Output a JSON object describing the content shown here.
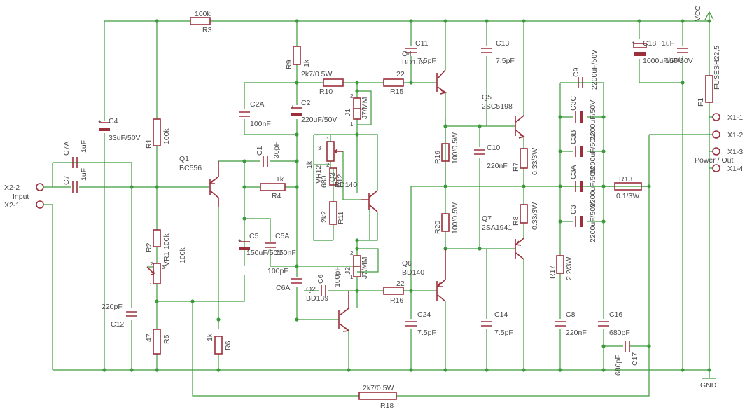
{
  "labels": {
    "r3_v": "100k",
    "r3": "R3",
    "r9": "R9",
    "r9_v": "1k",
    "r10_v": "2k7/0.5W",
    "r10": "R10",
    "r15_v": "22",
    "r15": "R15",
    "c11": "C11",
    "c11_v": "7.5pF",
    "q4": "Q4",
    "q4_v": "BD139",
    "c13": "C13",
    "c13_v": "7.5pF",
    "q5": "Q5",
    "q5_v": "2SC5198",
    "vcc": "VCC",
    "c18": "C18",
    "c18_v": "1000uF/50V",
    "c18b": "1uF",
    "c18b_v": "1uF/50V",
    "f1": "F1",
    "f1_v": "FUSESH22,5",
    "c9": "C9",
    "c9_v": "2200uF/50V",
    "c3c": "C3C",
    "c3c_v": "2200uF/50V",
    "c3b": "C3B",
    "c3b_v": "2200uF/50V",
    "c3a": "C3A",
    "c3a_v": "2200uF/50V",
    "c3": "C3",
    "c3_v": "2200uF/50V",
    "x1_1": "X1-1",
    "x1_2": "X1-2",
    "x1_3": "X1-3",
    "x1_4": "X1-4",
    "power_out": "Power / Out",
    "c2a": "C2A",
    "c2a_v": "100nF",
    "c2": "C2",
    "c2_v": "220uF/50V",
    "j1": "J1",
    "j1_v": "J7/MM",
    "c4": "C4",
    "c4_v": "33uF/50V",
    "r1": "R1",
    "r1_v": "100k",
    "c7a": "C7A",
    "c7a_v": "1uF",
    "c7": "C7",
    "c7_v": "1uF",
    "x2_2": "X2-2",
    "x2_1": "X2-1",
    "input": "Input",
    "q1": "Q1",
    "q1_v": "BC556",
    "c1": "C1",
    "c1_v": "30pF",
    "r4_v": "1k",
    "r4": "R4",
    "vr12": "VR12",
    "vr12_v": "1k",
    "q3": "Q3",
    "q3_v": "BD140",
    "r12_v": "680",
    "r12": "R12",
    "r11": "R11",
    "r11_v": "2k2",
    "r19": "R19",
    "r19_v": "100/0.5W",
    "c10": "C10",
    "c10_v": "220nF",
    "r7": "R7",
    "r7_v": "0.33/3W",
    "r13": "R13",
    "r13_v": "0.1/3W",
    "r20": "R20",
    "r20_v": "100/0.5W",
    "q7": "Q7",
    "q7_v": "2SA1941",
    "r8": "R8",
    "r8_v": "0.33/3W",
    "r2": "R2",
    "r2_v": "100k",
    "vr1": "VR1",
    "vr1_v": "100k",
    "c5": "C5",
    "c5_v": "150uF/50V",
    "c5a": "C5A",
    "c5a_v": "150nF",
    "c6_v": "100pF",
    "c6a": "C6A",
    "c6": "C6",
    "c6b_v": "100pF",
    "j2": "J2",
    "j2_v": "J7/MM",
    "q6": "Q6",
    "q6_v": "BD140",
    "q2": "Q2",
    "q2_v": "BD139",
    "r16_v": "22",
    "r16": "R16",
    "c24": "C24",
    "c24_v": "7.5pF",
    "c14": "C14",
    "c14_v": "7.5pF",
    "r17": "R17",
    "r17_v": "2.2/3W",
    "c8": "C8",
    "c8_v": "220nF",
    "c16": "C16",
    "c16_v": "680pF",
    "c17": "C17",
    "c17_v": "680pF",
    "c12_v": "220pF",
    "c12": "C12",
    "r5_v": "47",
    "r5": "R5",
    "r6_v": "1k",
    "r6": "R6",
    "gnd": "GND",
    "r18_v": "2k7/0.5W",
    "r18": "R18"
  },
  "pins": {
    "one": "1",
    "two": "2",
    "three": "3"
  },
  "colors": {
    "wire": "#3c9a3c",
    "part": "#9b2f3a",
    "text": "#4a4a4a",
    "background": "#ffffff"
  }
}
